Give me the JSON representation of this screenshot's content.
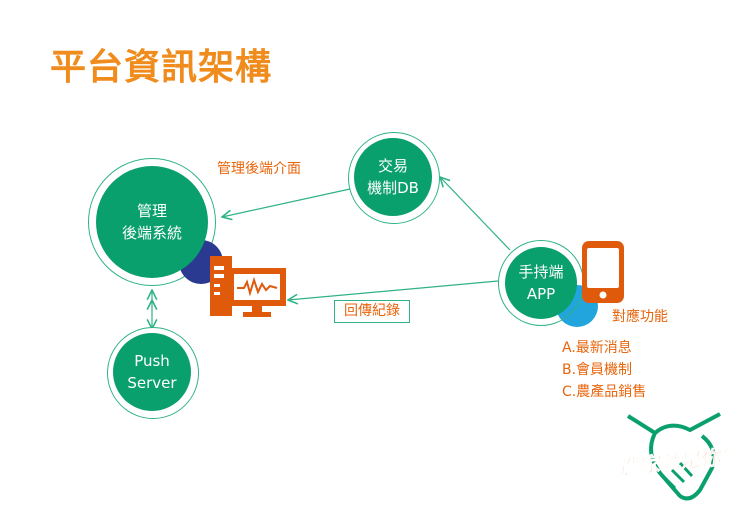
{
  "title": "平台資訊架構",
  "nodes": {
    "admin": [
      "管理",
      "後端系統"
    ],
    "db": [
      "交易",
      "機制DB"
    ],
    "push": [
      "Push",
      "Server"
    ],
    "app": [
      "手持端",
      "APP"
    ]
  },
  "labels": {
    "admin_interface": "管理後端介面",
    "return_records": "回傳紀錄",
    "functions": "對應功能"
  },
  "function_list": [
    "A.最新消息",
    "B.會員機制",
    "C.農產品銷售"
  ],
  "logo_text": "農家就是你家",
  "colors": {
    "green": "#0aa06e",
    "orange": "#e8650c",
    "title": "#f08c1e",
    "navy": "#2b3a91",
    "blue": "#22a5dc"
  }
}
